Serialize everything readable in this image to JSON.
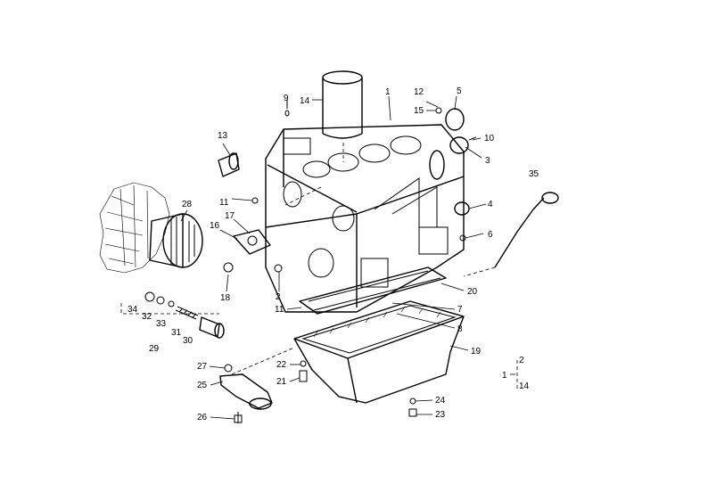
{
  "callouts": [
    {
      "id": "c1",
      "text": "1"
    },
    {
      "id": "c2",
      "text": "2"
    },
    {
      "id": "c3",
      "text": "3"
    },
    {
      "id": "c4",
      "text": "4"
    },
    {
      "id": "c5",
      "text": "5"
    },
    {
      "id": "c6",
      "text": "6"
    },
    {
      "id": "c7",
      "text": "7"
    },
    {
      "id": "c8",
      "text": "8"
    },
    {
      "id": "c9",
      "text": "9"
    },
    {
      "id": "c10",
      "text": "10"
    },
    {
      "id": "c11a",
      "text": "11"
    },
    {
      "id": "c11b",
      "text": "11"
    },
    {
      "id": "c12",
      "text": "12"
    },
    {
      "id": "c13",
      "text": "13"
    },
    {
      "id": "c14",
      "text": "14"
    },
    {
      "id": "c15",
      "text": "15"
    },
    {
      "id": "c16",
      "text": "16"
    },
    {
      "id": "c17",
      "text": "17"
    },
    {
      "id": "c18",
      "text": "18"
    },
    {
      "id": "c19",
      "text": "19"
    },
    {
      "id": "c20",
      "text": "20"
    },
    {
      "id": "c21",
      "text": "21"
    },
    {
      "id": "c22",
      "text": "22"
    },
    {
      "id": "c23",
      "text": "23"
    },
    {
      "id": "c24",
      "text": "24"
    },
    {
      "id": "c25",
      "text": "25"
    },
    {
      "id": "c26",
      "text": "26"
    },
    {
      "id": "c27",
      "text": "27"
    },
    {
      "id": "c28",
      "text": "28"
    },
    {
      "id": "c29",
      "text": "29"
    },
    {
      "id": "c30",
      "text": "30"
    },
    {
      "id": "c31",
      "text": "31"
    },
    {
      "id": "c32",
      "text": "32"
    },
    {
      "id": "c33",
      "text": "33"
    },
    {
      "id": "c34",
      "text": "34"
    },
    {
      "id": "c35",
      "text": "35"
    }
  ],
  "legend": {
    "main": "1",
    "sub_top": "2",
    "sub_bottom": "14"
  }
}
